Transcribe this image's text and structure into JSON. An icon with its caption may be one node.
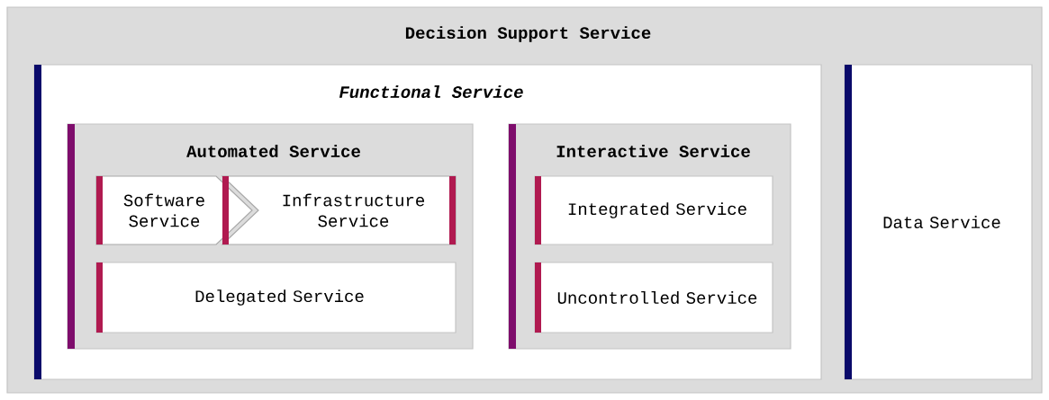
{
  "diagram": {
    "nodes": [
      {
        "text": [
          "Decision Support Service"
        ]
      },
      {
        "text": [
          "Functional Service"
        ],
        "in": 0
      },
      {
        "text": [
          "Data Service"
        ],
        "in": 0
      },
      {
        "text": [
          "Automated Service"
        ],
        "in": 1
      },
      {
        "text": [
          "Interactive Service"
        ],
        "in": 1
      },
      {
        "text": [
          "Software Service"
        ],
        "in": 3
      },
      {
        "text": [
          "Infrastructure Service"
        ],
        "in": 3
      },
      {
        "text": [
          "Delegated Service"
        ],
        "in": 3
      },
      {
        "text": [
          "Integrated Service"
        ],
        "in": 4
      },
      {
        "text": [
          "Uncontrolled Service"
        ],
        "in": 4
      }
    ]
  }
}
